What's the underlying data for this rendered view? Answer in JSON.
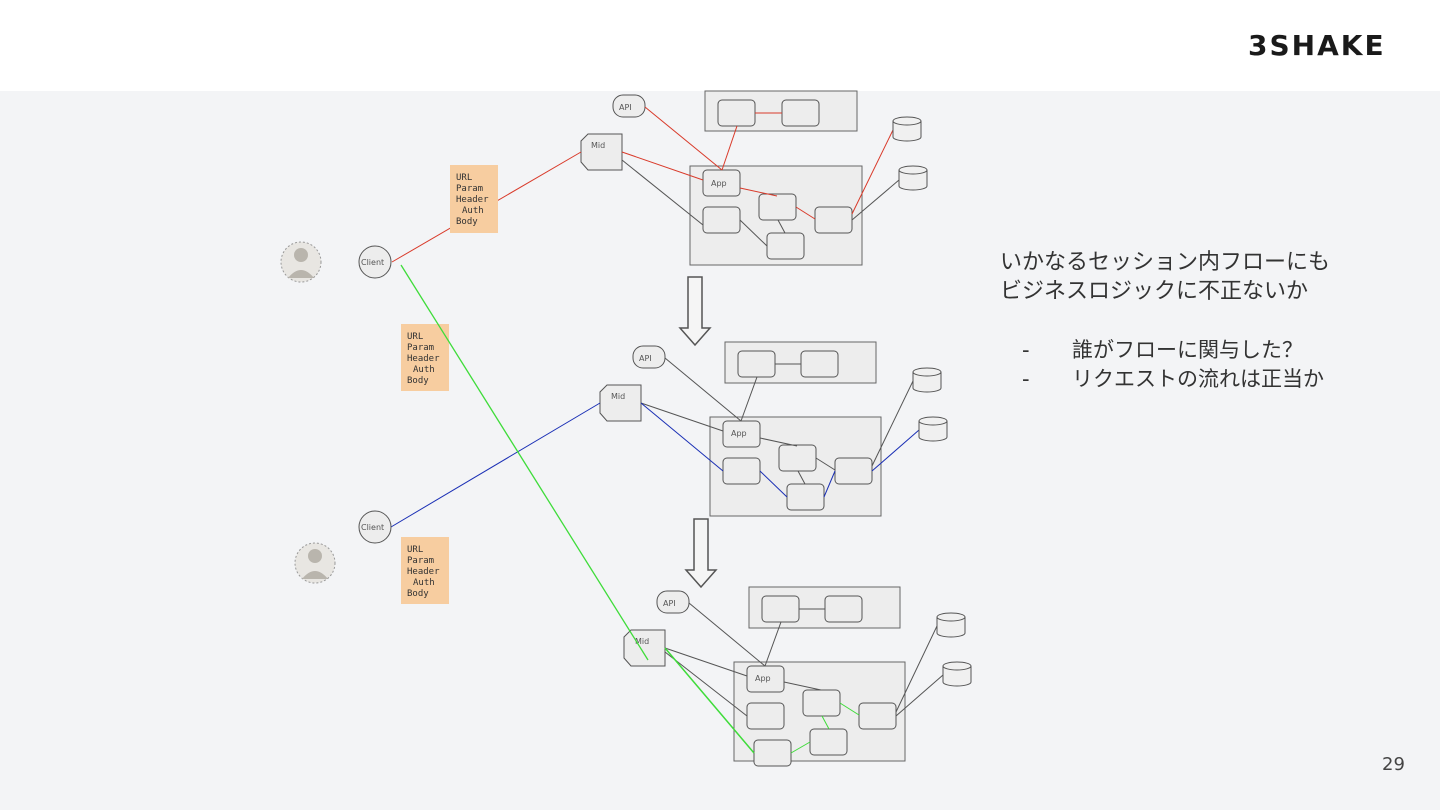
{
  "logo": {
    "text": "3SHAKE"
  },
  "headline": {
    "line1": "いかなるセッション内フローにも",
    "line2": "ビジネスロジックに不正ないか"
  },
  "bullets": [
    {
      "dash": "-",
      "text": "誰がフローに関与した？"
    },
    {
      "dash": "-",
      "text": "リクエストの流れは正当か"
    }
  ],
  "page_number": "29",
  "diagram": {
    "client_label": "Client",
    "mid_label": "Mid",
    "api_label": "API",
    "app_label": "App",
    "request_note": [
      "URL",
      "Param",
      "Header",
      "  Auth",
      "Body"
    ]
  },
  "colors": {
    "red_flow": "#d93a2a",
    "blue_flow": "#1a2fb5",
    "green_flow": "#3fdc3a",
    "note_bg": "#f7cda0",
    "box_bg": "#ededed"
  },
  "icons": {
    "user": "user-avatar-icon",
    "arrow": "down-arrow-icon",
    "database": "database-icon"
  }
}
